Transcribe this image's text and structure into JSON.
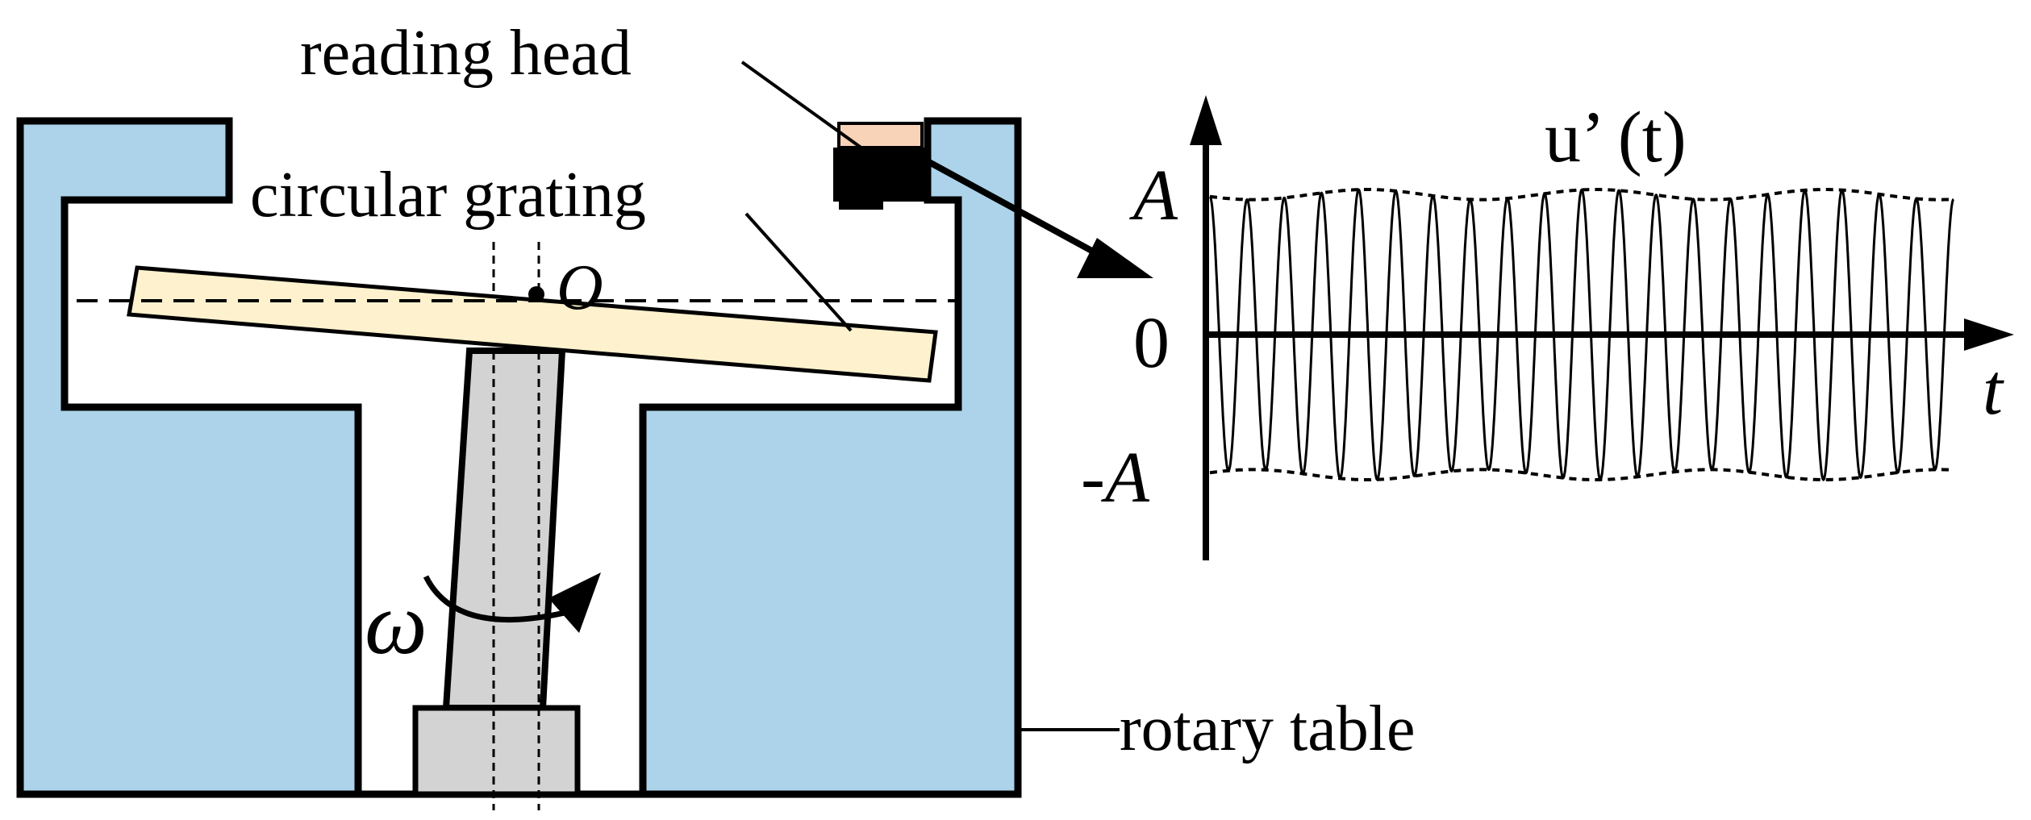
{
  "labels": {
    "reading_head": "reading head",
    "circular_grating": "circular grating",
    "center_point": "O",
    "omega": "ω",
    "rotary_table": "rotary table"
  },
  "plot": {
    "signal_name": "u’ (t)",
    "x_axis": "t",
    "y_pos": "A",
    "y_zero": "0",
    "y_neg": "-A",
    "oscillation_cycles": 20
  },
  "colors": {
    "table_fill": "#acd3ea",
    "grating_fill": "#fdf1ce",
    "head_sensor_fill": "#f9d3b8",
    "shaft_fill": "#d3d3d3",
    "stroke": "#000000"
  }
}
